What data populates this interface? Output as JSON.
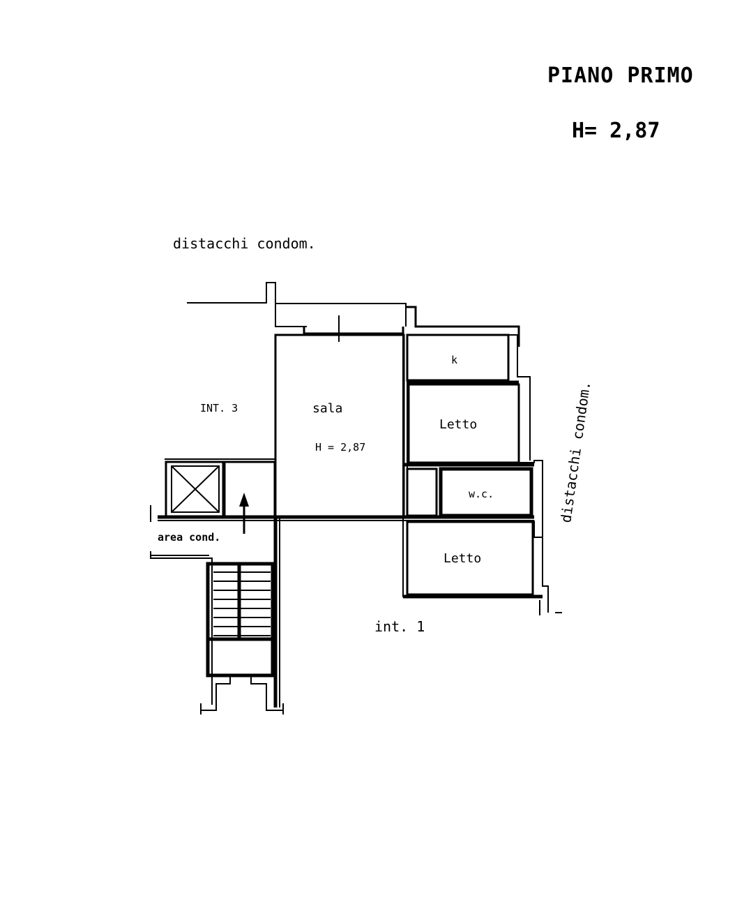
{
  "title": {
    "floor": "PIANO PRIMO",
    "height": "H= 2,87"
  },
  "annotations": {
    "top_setback": "distacchi condom.",
    "right_setback": "distacchi condom.",
    "unit_left": "INT. 3",
    "unit_bottom": "int. 1",
    "common_area": "area cond."
  },
  "rooms": {
    "sala": "sala",
    "sala_height": "H = 2,87",
    "kitchen": "k",
    "bedroom_1": "Letto",
    "wc": "w.c.",
    "bedroom_2": "Letto"
  },
  "colors": {
    "ink": "#000000",
    "paper": "#ffffff"
  }
}
